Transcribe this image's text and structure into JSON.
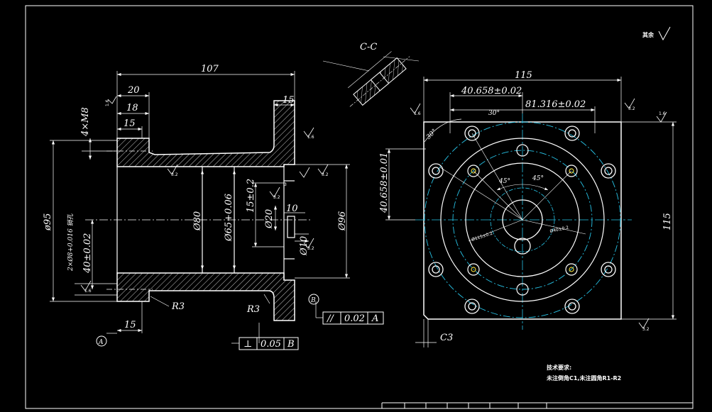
{
  "colors": {
    "background": "#000000",
    "outline": "#ffffff",
    "centerline": "#27c4e8",
    "dimension": "#ffffff"
  },
  "roughness_note": "其余",
  "section_label": "C-C",
  "side_view": {
    "dims": {
      "overall_length": "107",
      "boss_20": "20",
      "boss_18": "18",
      "boss_15": "15",
      "flange_15": "15",
      "thread_4xm8": "4×M8",
      "dia_95": "ø95",
      "pin_holes": "2×Ø8+0.016 销孔",
      "dist_40": "40±0.02",
      "dia_80": "Ø80",
      "dia_65": "Ø65+0.06",
      "dim_15_02": "15±0.2",
      "dia_20": "Ø20",
      "dim_10": "10",
      "dia_96": "Ø96",
      "dia_10": "Ø10",
      "radius_left": "R3",
      "radius_right": "R3",
      "bottom_15": "15",
      "dim_3": "3"
    },
    "datum_a": "A",
    "datum_b": "B",
    "gtol_parallel": {
      "symbol": "//",
      "value": "0.02",
      "datum": "A"
    },
    "gtol_perp": {
      "symbol": "⊥",
      "value": "0.05",
      "datum": "B"
    },
    "roughness_values": [
      "1.6",
      "3.2",
      "1.6",
      "3.2",
      "3.2",
      "3.2",
      "3.2",
      "1.6"
    ]
  },
  "front_view": {
    "dims": {
      "width_115": "115",
      "d_40658": "40.658±0.02",
      "d_81316": "81.316±0.02",
      "angle_30a": "30°",
      "angle_30b": "30°",
      "v_40658": "40.658±0.01",
      "height_115": "115",
      "angle_45a": "45°",
      "angle_45b": "45°",
      "chamfer": "C3",
      "pcd_small": "Ø115±0.2",
      "pcd_large": "Ø40±0.2"
    },
    "roughness_values": [
      "1.6",
      "3.2",
      "1.6",
      "3.2"
    ]
  },
  "tech_notes": {
    "heading": "技术要求:",
    "line1": "未注倒角C1,未注圆角R1-R2"
  }
}
